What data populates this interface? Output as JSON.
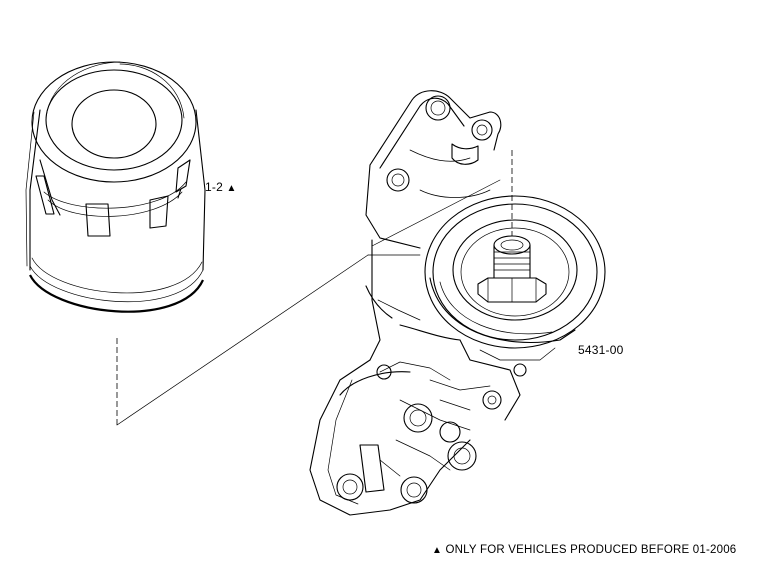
{
  "labels": {
    "filter_part": "1-2",
    "filter_marker": "▲",
    "housing_part": "5431-00",
    "footnote_marker": "▲",
    "footnote_text": "ONLY FOR VEHICLES PRODUCED BEFORE 01-2006"
  },
  "icons": {
    "marker": "triangle-icon"
  }
}
